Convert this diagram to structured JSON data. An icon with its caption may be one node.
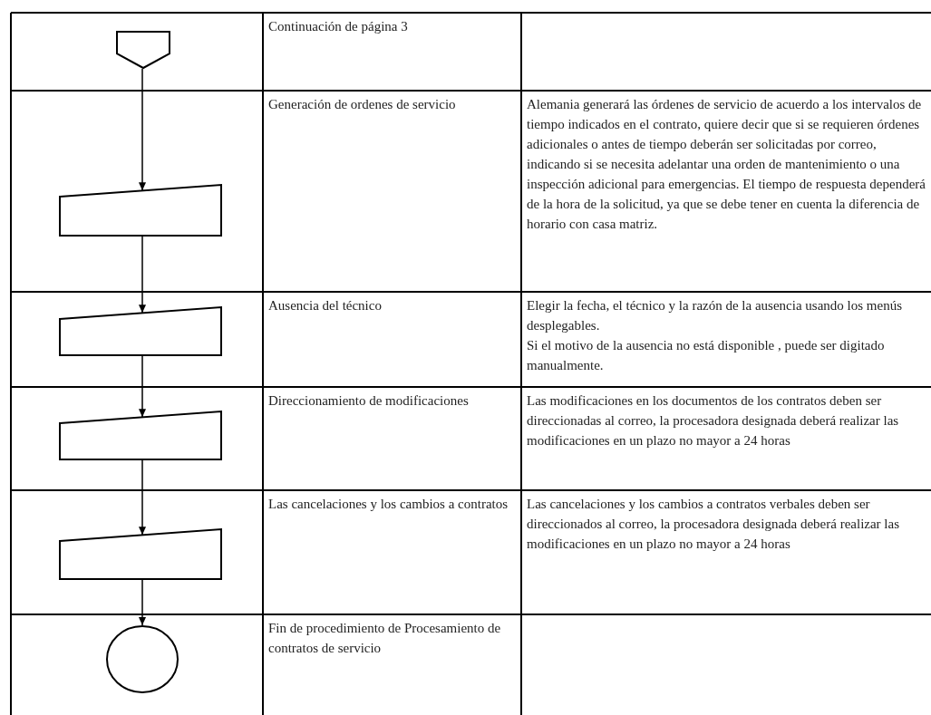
{
  "diagram": {
    "nodes": [
      {
        "text": [],
        "shape": "pentagon"
      },
      {
        "text": [],
        "shape": "box"
      },
      {
        "text": [],
        "shape": "box"
      },
      {
        "text": [],
        "shape": "box"
      },
      {
        "text": [],
        "shape": "box"
      },
      {
        "text": [],
        "shape": "circle"
      }
    ],
    "edges": [
      {
        "from": 0,
        "to": 1,
        "arrow": "to"
      },
      {
        "from": 1,
        "to": 2,
        "arrow": "to"
      },
      {
        "from": 2,
        "to": 3,
        "arrow": "to"
      },
      {
        "from": 3,
        "to": 4,
        "arrow": "to"
      },
      {
        "from": 4,
        "to": 5,
        "arrow": "to"
      }
    ],
    "labels": [
      "Continuación de página 3",
      "Generación de ordenes de servicio",
      "Alemania generará las órdenes de servicio de acuerdo a los intervalos de tiempo indicados en el contrato, quiere decir que si se requieren órdenes adicionales o antes de tiempo deberán ser solicitadas por correo, indicando si se necesita adelantar una orden de mantenimiento o una inspección adicional para emergencias. El tiempo de respuesta dependerá de la hora de la solicitud, ya que se debe tener en cuenta la diferencia de horario con casa matriz.",
      "Ausencia del técnico",
      "Elegir la fecha, el técnico y la razón de la ausencia usando los menús desplegables.",
      "Si el motivo de la ausencia no está disponible , puede ser digitado manualmente.",
      "Direccionamiento de modificaciones",
      "Las modificaciones en los documentos de los contratos deben ser direccionadas al correo, la procesadora designada deberá realizar las modificaciones en un plazo no mayor a 24 horas",
      "Las cancelaciones y los cambios a contratos",
      "Las cancelaciones y los cambios a contratos verbales deben ser direccionados al correo, la procesadora designada deberá realizar las modificaciones en un plazo no mayor a 24 horas",
      "Fin de procedimiento de Procesamiento de contratos de servicio"
    ]
  }
}
